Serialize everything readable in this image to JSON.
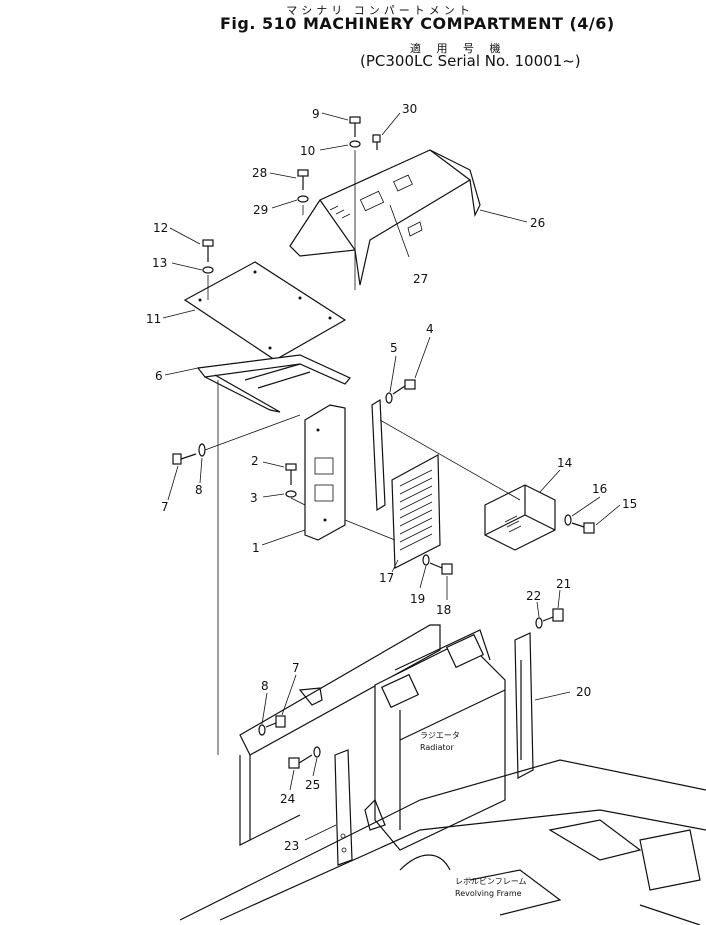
{
  "header": {
    "title_jp": "マシナリ コンパートメント",
    "title": "Fig. 510 MACHINERY COMPARTMENT (4/6)",
    "applicability_jp": "適 用 号 機",
    "serial": "(PC300LC Serial No. 10001~)"
  },
  "callouts": [
    "1",
    "2",
    "3",
    "4",
    "5",
    "6",
    "7",
    "8",
    "9",
    "10",
    "11",
    "12",
    "13",
    "14",
    "15",
    "16",
    "17",
    "18",
    "19",
    "20",
    "21",
    "22",
    "23",
    "24",
    "25",
    "26",
    "27",
    "28",
    "29",
    "30"
  ],
  "labels": {
    "radiator_jp": "ラジエータ",
    "radiator": "Radiator",
    "revolving_frame_jp": "レボルビンフレーム",
    "revolving_frame": "Revolving Frame"
  }
}
